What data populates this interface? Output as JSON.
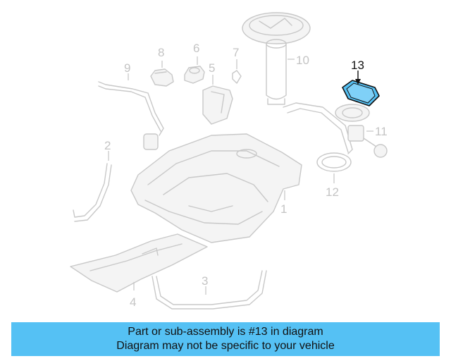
{
  "diagram": {
    "callouts": [
      "1",
      "2",
      "3",
      "4",
      "5",
      "6",
      "7",
      "8",
      "9",
      "10",
      "11",
      "12",
      "13"
    ],
    "highlighted_callout": "13",
    "highlight_color": "#55c1f4",
    "line_color": "#c8c8c8"
  },
  "banner": {
    "line1": "Part or sub-assembly is #13 in diagram",
    "line2": "Diagram may not be specific to your vehicle",
    "background": "#55c1f4"
  }
}
